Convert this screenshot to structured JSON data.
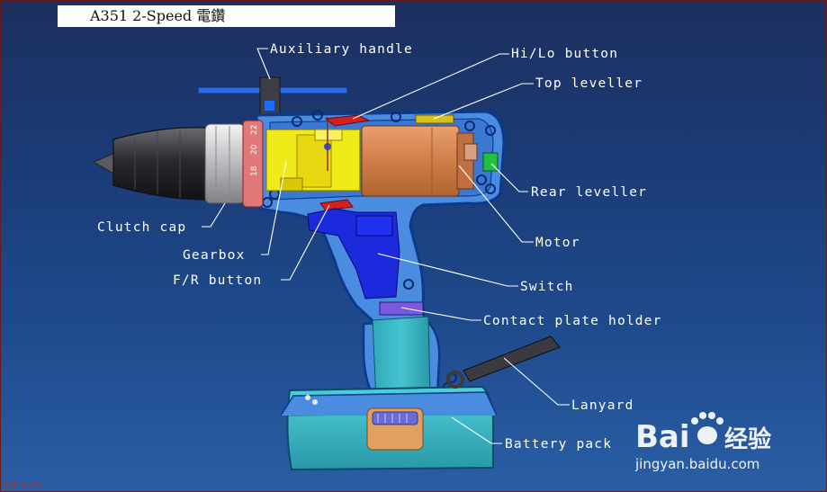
{
  "title": "A351 2-Speed 電鑽",
  "labels": {
    "auxiliary_handle": "Auxiliary handle",
    "hi_lo_button": "Hi/Lo button",
    "top_leveller": "Top leveller",
    "rear_leveller": "Rear leveller",
    "motor": "Motor",
    "switch": "Switch",
    "contact_plate_holder": "Contact plate holder",
    "lanyard": "Lanyard",
    "battery_pack": "Battery pack",
    "clutch_cap": "Clutch cap",
    "gearbox": "Gearbox",
    "fr_button": "F/R button"
  },
  "clutch_numbers": [
    "18",
    "20",
    "22"
  ],
  "watermark": {
    "brand": "Bai",
    "brand_suffix": "经验",
    "url": "jingyan.baidu.com"
  },
  "copyright": "TOP WORK",
  "colors": {
    "background": "#1e4a8c",
    "housing": "#4a8ce0",
    "gearbox": "#f0ea18",
    "motor": "#d98a55",
    "switch": "#1a2adc",
    "battery": "#3fb8c4",
    "chuck": "#2e2e33",
    "clutch_ring": "#e07878",
    "red_button": "#d22020",
    "leveller_green": "#20c040",
    "handle_bar": "#2a6be0"
  }
}
